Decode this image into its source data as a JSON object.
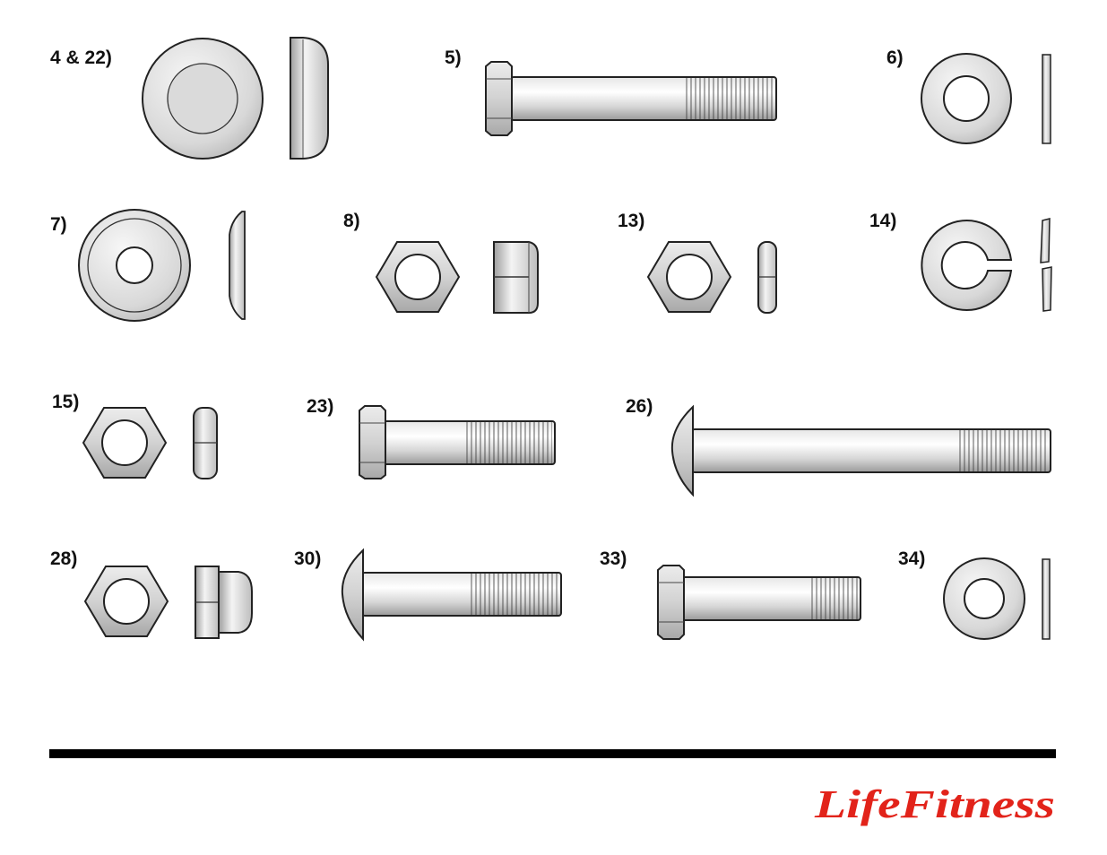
{
  "parts": [
    {
      "label": "4 & 22)",
      "kind": "cap"
    },
    {
      "label": "5)",
      "kind": "hex-bolt"
    },
    {
      "label": "6)",
      "kind": "flat-washer"
    },
    {
      "label": "7)",
      "kind": "dished-washer"
    },
    {
      "label": "8)",
      "kind": "nylock-nut"
    },
    {
      "label": "13)",
      "kind": "jam-nut"
    },
    {
      "label": "14)",
      "kind": "split-lock-washer"
    },
    {
      "label": "15)",
      "kind": "jam-nut"
    },
    {
      "label": "23)",
      "kind": "hex-bolt"
    },
    {
      "label": "26)",
      "kind": "button-head-bolt"
    },
    {
      "label": "28)",
      "kind": "acorn-nut"
    },
    {
      "label": "30)",
      "kind": "button-head-bolt"
    },
    {
      "label": "33)",
      "kind": "hex-bolt"
    },
    {
      "label": "34)",
      "kind": "flat-washer"
    }
  ],
  "brand": {
    "logo_text": "LifeFitness",
    "logo_color": "#e2231a"
  },
  "colors": {
    "metal_light": "#f2f2f2",
    "metal_mid": "#cfcfcf",
    "metal_dark": "#9a9a9a",
    "outline": "#222222",
    "rule": "#000000"
  }
}
